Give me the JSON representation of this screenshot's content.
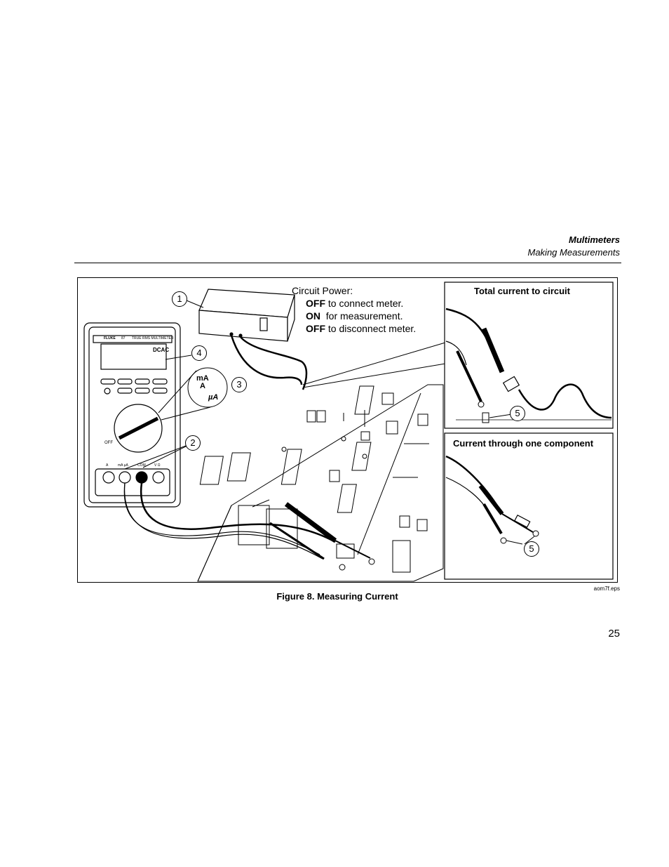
{
  "header": {
    "title": "Multimeters",
    "subtitle": "Making Measurements"
  },
  "figure": {
    "caption": "Figure 8. Measuring Current",
    "filename": "aom7f.eps",
    "power_heading": "Circuit Power:",
    "power_lines": [
      {
        "state": "OFF",
        "text": "to connect meter."
      },
      {
        "state": "ON",
        "text": "for measurement."
      },
      {
        "state": "OFF",
        "text": "to disconnect meter."
      }
    ],
    "inset_top_title": "Total current to circuit",
    "inset_bottom_title": "Current through one component",
    "callouts": [
      "1",
      "2",
      "3",
      "4",
      "5",
      "5"
    ],
    "meter_labels": {
      "brand": "FLUKE",
      "model": "87",
      "type": "TRUE RMS MULTIMETER",
      "display": "DCAC",
      "range_ma": "mA",
      "range_a": "A",
      "range_ua": "µA",
      "off": "OFF",
      "jack_a": "A",
      "jack_ma": "mA µA",
      "jack_com": "COM",
      "jack_v": "V Ω"
    }
  },
  "page_number": "25"
}
